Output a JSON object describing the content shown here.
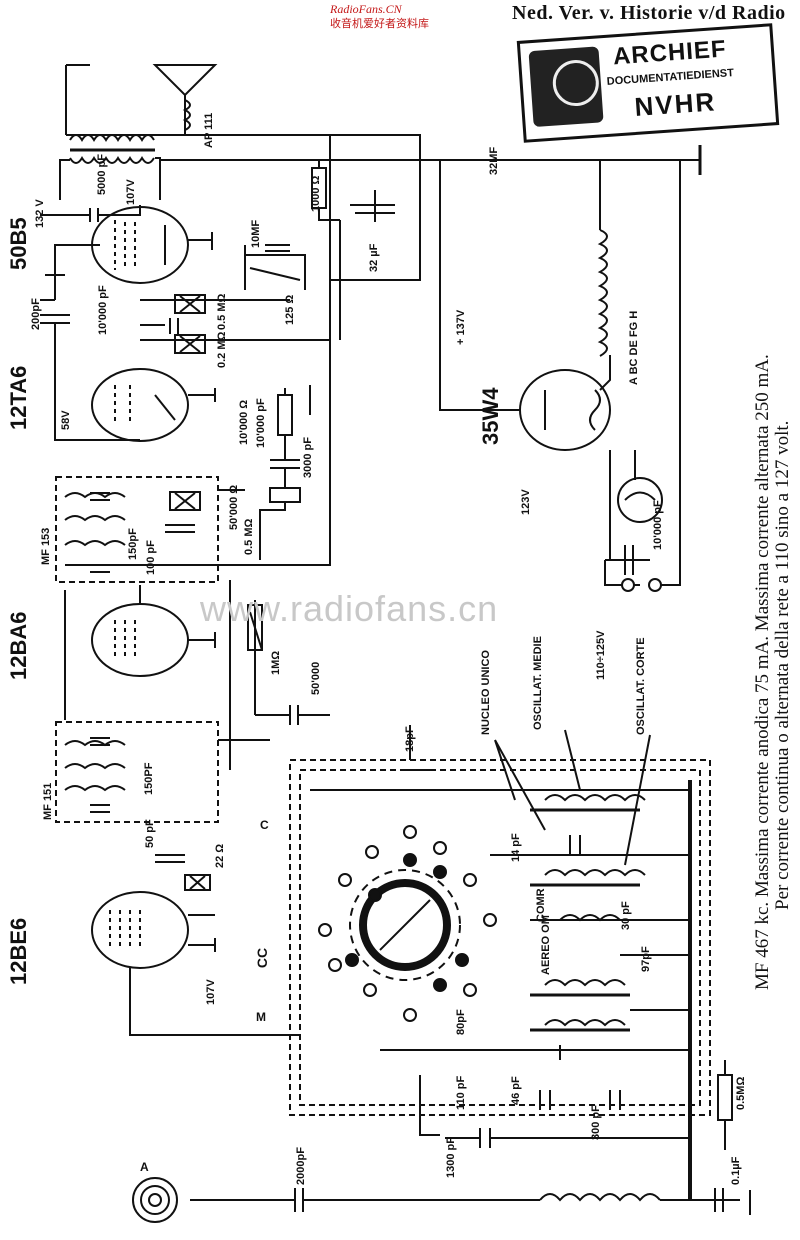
{
  "watermark_top": {
    "line1": "RadioFans.CN",
    "line2": "收音机爱好者资料库"
  },
  "header": {
    "title": "Ned. Ver. v. Historie v/d Radio"
  },
  "stamp": {
    "line1": "ARCHIEF",
    "line2": "DOCUMENTATIEDIENST",
    "line3": "NVHR"
  },
  "watermark_center": "www.radiofans.cn",
  "tubes": {
    "t1": "50B5",
    "t2": "12TA6",
    "t3": "35W4",
    "t4": "12BA6",
    "t5": "12BE6"
  },
  "notes": {
    "line1": "MF 467 kc. Massima corrente anodica 75 mA. Massima corrente alternata 250 mA.",
    "line2": "Per corrente continua o alternata della rete a 110 sino a 127 volt."
  },
  "labels": {
    "ap111": "AP 111",
    "c32mf": "32MF",
    "c5000": "5000 pF",
    "v107a": "107V",
    "v132": "132 V",
    "r1000": "1000 Ω",
    "c32uf": "32 µF",
    "c10mf": "10MF",
    "c200": "200pF",
    "c10000a": "10'000 pF",
    "r05": "0.5 MΩ",
    "r125": "125 Ω",
    "r02": "0.2 MΩ",
    "v137": "+ 137V",
    "v58": "58V",
    "r10000": "10'000 Ω",
    "c10000b": "10'000 pF",
    "c3000": "3000 pF",
    "r50000": "50'000 Ω",
    "pot05": "0.5 MΩ",
    "mf153": "MF 153",
    "c150a": "150pF",
    "c100": "100 pF",
    "v123": "123V",
    "c10000c": "10'000 pF",
    "vmains": "110÷125V",
    "r1m": "1MΩ",
    "c50000": "50'000",
    "taps": "A BC DE FG H",
    "nucleo": "NUCLEO UNICO",
    "osc_medie": "OSCILLAT. MEDIE",
    "osc_corte": "OSCILLAT. CORTE",
    "c18": "18pF",
    "mf151": "MF 151",
    "c150b": "150PF",
    "c50": "50 pF",
    "r22": "22 Ω",
    "c14": "14 pF",
    "comr": "COMR",
    "c30": "30 pF",
    "c97": "97pF",
    "aereo": "AEREO OM",
    "cc": "CC",
    "c_lbl": "C",
    "m_lbl": "M",
    "v107b": "107V",
    "c80": "80pF",
    "c110": "110 pF",
    "c46": "46 pF",
    "c300": "300 pF",
    "c1300": "1300 pF",
    "r05b": "0.5MΩ",
    "c2000": "2000pF",
    "ant_a": "A",
    "c01": "0.1µF"
  },
  "colors": {
    "ink": "#111111",
    "watermark_red": "#c41818",
    "watermark_grey": "#c8c8c8"
  }
}
